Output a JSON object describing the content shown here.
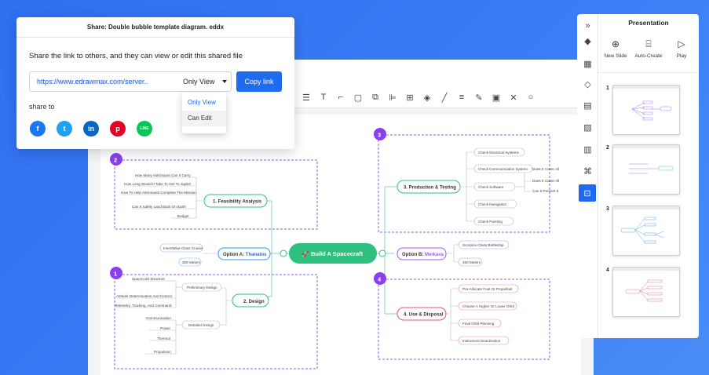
{
  "share_dialog": {
    "title": "Share: Double bubble template diagram. eddx",
    "description": "Share the link to others, and they can view or edit this shared file",
    "link_value": "https://www.edrawmax.com/server..",
    "permission_selected": "Only View",
    "copy_button": "Copy link",
    "share_to_label": "share to",
    "socials": [
      {
        "name": "facebook",
        "glyph": "f",
        "color": "#1877f2"
      },
      {
        "name": "twitter",
        "glyph": "t",
        "color": "#1da1f2"
      },
      {
        "name": "linkedin",
        "glyph": "in",
        "color": "#0a66c2"
      },
      {
        "name": "pinterest",
        "glyph": "p",
        "color": "#e60023"
      },
      {
        "name": "line",
        "glyph": "LINE",
        "color": "#06c755"
      }
    ],
    "permission_options": [
      "Only View",
      "Can Edit"
    ]
  },
  "mindmap": {
    "center": "Build A Spacecraft",
    "badges": [
      "2",
      "3",
      "1",
      "4"
    ],
    "branch1": {
      "title": "1. Feasibility Analysis",
      "items": [
        "How Many Astronauts Can It Carry",
        "How Long Would It Take To Get To Jupiter",
        "How To Help Astronauts Complete The Mission",
        "Can It Safely Land Back On Earth",
        "Budget"
      ]
    },
    "optionA": {
      "prefix": "Option A: ",
      "name": "Thanatos",
      "items": [
        "Interstellar-Class Cruiser",
        "300 Meters"
      ]
    },
    "branch2": {
      "title": "2. Design",
      "sub1": "Preliminary Design",
      "sub2": "Detailed Design",
      "items1": [
        "Spacecraft Structure",
        "Attitude Determination And Control",
        "Telemetry, Tracking, And Command"
      ],
      "items2": [
        "Communication",
        "Power",
        "Thermal",
        "Propulsion"
      ]
    },
    "branch3": {
      "title": "3. Production & Testing",
      "items": [
        "Check Electrical Systems",
        "Check Communication System",
        "Check Software",
        "Check Navigation",
        "Check Painting"
      ],
      "subs": [
        "Does It Cover All",
        "Does It Cover All",
        "Can It Prevent It"
      ]
    },
    "optionB": {
      "prefix": "Option B: ",
      "name": "Merkava",
      "items": [
        "Scorpion-Class Battleship",
        "450 Meters"
      ]
    },
    "branch4": {
      "title": "4. Use & Disposal",
      "items": [
        "Pre-Allocate Fuel Or Propellant",
        "Choose A Higher Or Lower Orbit",
        "Final Orbit Planning",
        "Instrument Deactivation"
      ]
    }
  },
  "presentation": {
    "title": "Presentation",
    "actions": [
      {
        "label": "New Slide",
        "icon": "plus-circle-icon",
        "glyph": "⊕"
      },
      {
        "label": "Auto-Create",
        "icon": "auto-create-icon",
        "glyph": "⌸"
      },
      {
        "label": "Play",
        "icon": "play-icon",
        "glyph": "▷"
      }
    ],
    "slides": [
      "1",
      "2",
      "3",
      "4"
    ],
    "rail_icons": [
      "collapse-icon",
      "fill-icon",
      "grid-icon",
      "layers-icon",
      "page-icon",
      "image-icon",
      "data-icon",
      "connect-icon",
      "presentation-icon"
    ]
  }
}
